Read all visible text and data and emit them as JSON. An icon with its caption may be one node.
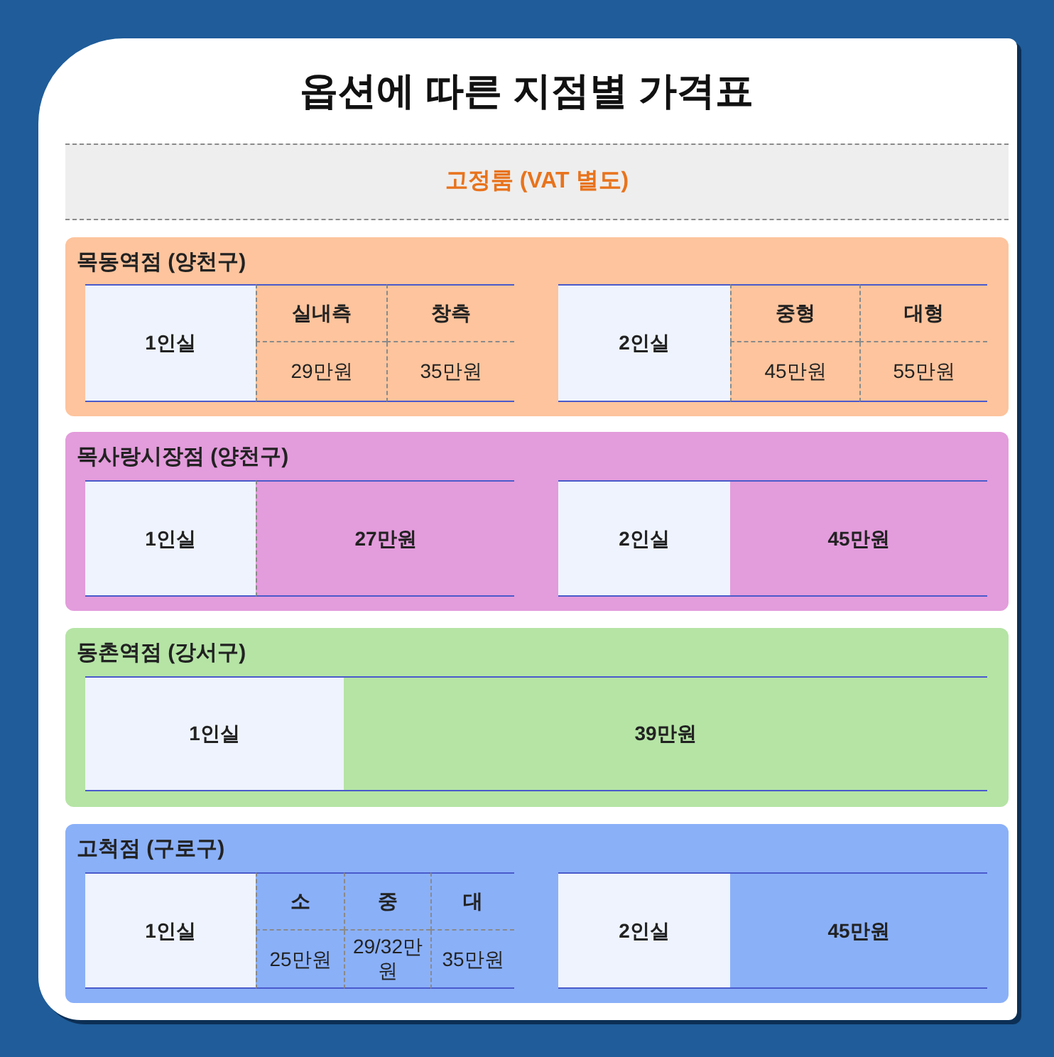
{
  "diagram": {
    "title": "옵션에 따른 지점별 가격표",
    "nodes": [
      {
        "text": [
          "고정룸 (VAT 별도)"
        ]
      },
      {
        "text": [
          "목동역점 (양천구)"
        ]
      },
      {
        "text": [
          "1인실"
        ],
        "in": 1
      },
      {
        "text": [
          "실내측"
        ],
        "in": 1
      },
      {
        "text": [
          "창측"
        ],
        "in": 1
      },
      {
        "text": [
          "29만원"
        ],
        "in": 1
      },
      {
        "text": [
          "35만원"
        ],
        "in": 1
      },
      {
        "text": [
          "2인실"
        ],
        "in": 1
      },
      {
        "text": [
          "중형"
        ],
        "in": 1
      },
      {
        "text": [
          "대형"
        ],
        "in": 1
      },
      {
        "text": [
          "45만원"
        ],
        "in": 1
      },
      {
        "text": [
          "55만원"
        ],
        "in": 1
      },
      {
        "text": [
          "목사랑시장점 (양천구)"
        ]
      },
      {
        "text": [
          "1인실"
        ],
        "in": 12
      },
      {
        "text": [
          "27만원"
        ],
        "in": 12
      },
      {
        "text": [
          "2인실"
        ],
        "in": 12
      },
      {
        "text": [
          "45만원"
        ],
        "in": 12
      },
      {
        "text": [
          "동촌역점 (강서구)"
        ]
      },
      {
        "text": [
          "1인실"
        ],
        "in": 17
      },
      {
        "text": [
          "39만원"
        ],
        "in": 17
      },
      {
        "text": [
          "고척점 (구로구)"
        ]
      },
      {
        "text": [
          "1인실"
        ],
        "in": 20
      },
      {
        "text": [
          "소"
        ],
        "in": 20
      },
      {
        "text": [
          "중"
        ],
        "in": 20
      },
      {
        "text": [
          "대"
        ],
        "in": 20
      },
      {
        "text": [
          "25만원"
        ],
        "in": 20
      },
      {
        "text": [
          "29/32만원"
        ],
        "in": 20
      },
      {
        "text": [
          "35만원"
        ],
        "in": 20
      },
      {
        "text": [
          "2인실"
        ],
        "in": 20
      },
      {
        "text": [
          "45만원"
        ],
        "in": 20
      }
    ]
  }
}
